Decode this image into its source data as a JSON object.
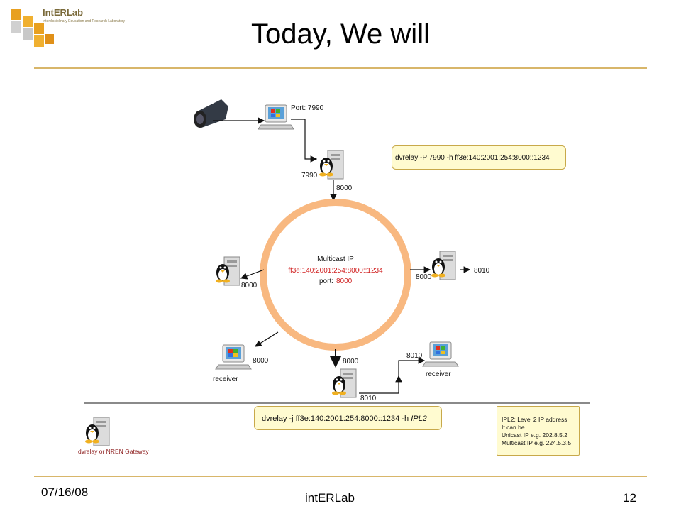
{
  "slide": {
    "title": "Today, We will",
    "date": "07/16/08",
    "footer": "intERLab",
    "page": "12"
  },
  "logo": {
    "name": "IntERLab",
    "subtitle": "Interdisciplinary Education and Research Laboratory"
  },
  "diagram": {
    "source_port_label": "Port: 7990",
    "relay_in_port": "7990",
    "relay_out_port": "8000",
    "multicast_title": "Multicast IP",
    "multicast_address": "ff3e:140:2001:254:8000::1234",
    "multicast_port_prefix": "port:",
    "multicast_port": "8000",
    "left_node_port": "8000",
    "right_node_in_port": "8000",
    "right_node_out_port": "8010",
    "receiver_left_port": "8000",
    "receiver_left_label": "receiver",
    "bottom_node_in_port": "8000",
    "bottom_node_out_port": "8010",
    "receiver_right_port": "8010",
    "receiver_right_label": "receiver",
    "command_source": "dvrelay -P 7990 -h ff3e:140:2001:254:8000::1234",
    "command_join_prefix": "dvrelay  -j ff3e:140:2001:254:8000::1234 -h ",
    "command_join_suffix": "IPL2",
    "ipl_note": [
      "IPL2: Level 2 IP address",
      "It can be",
      "Unicast IP e.g. 202.8.5.2",
      "Multicast IP e.g. 224.5.3.5"
    ],
    "legend_label": "dvrelay or NREN Gateway"
  }
}
